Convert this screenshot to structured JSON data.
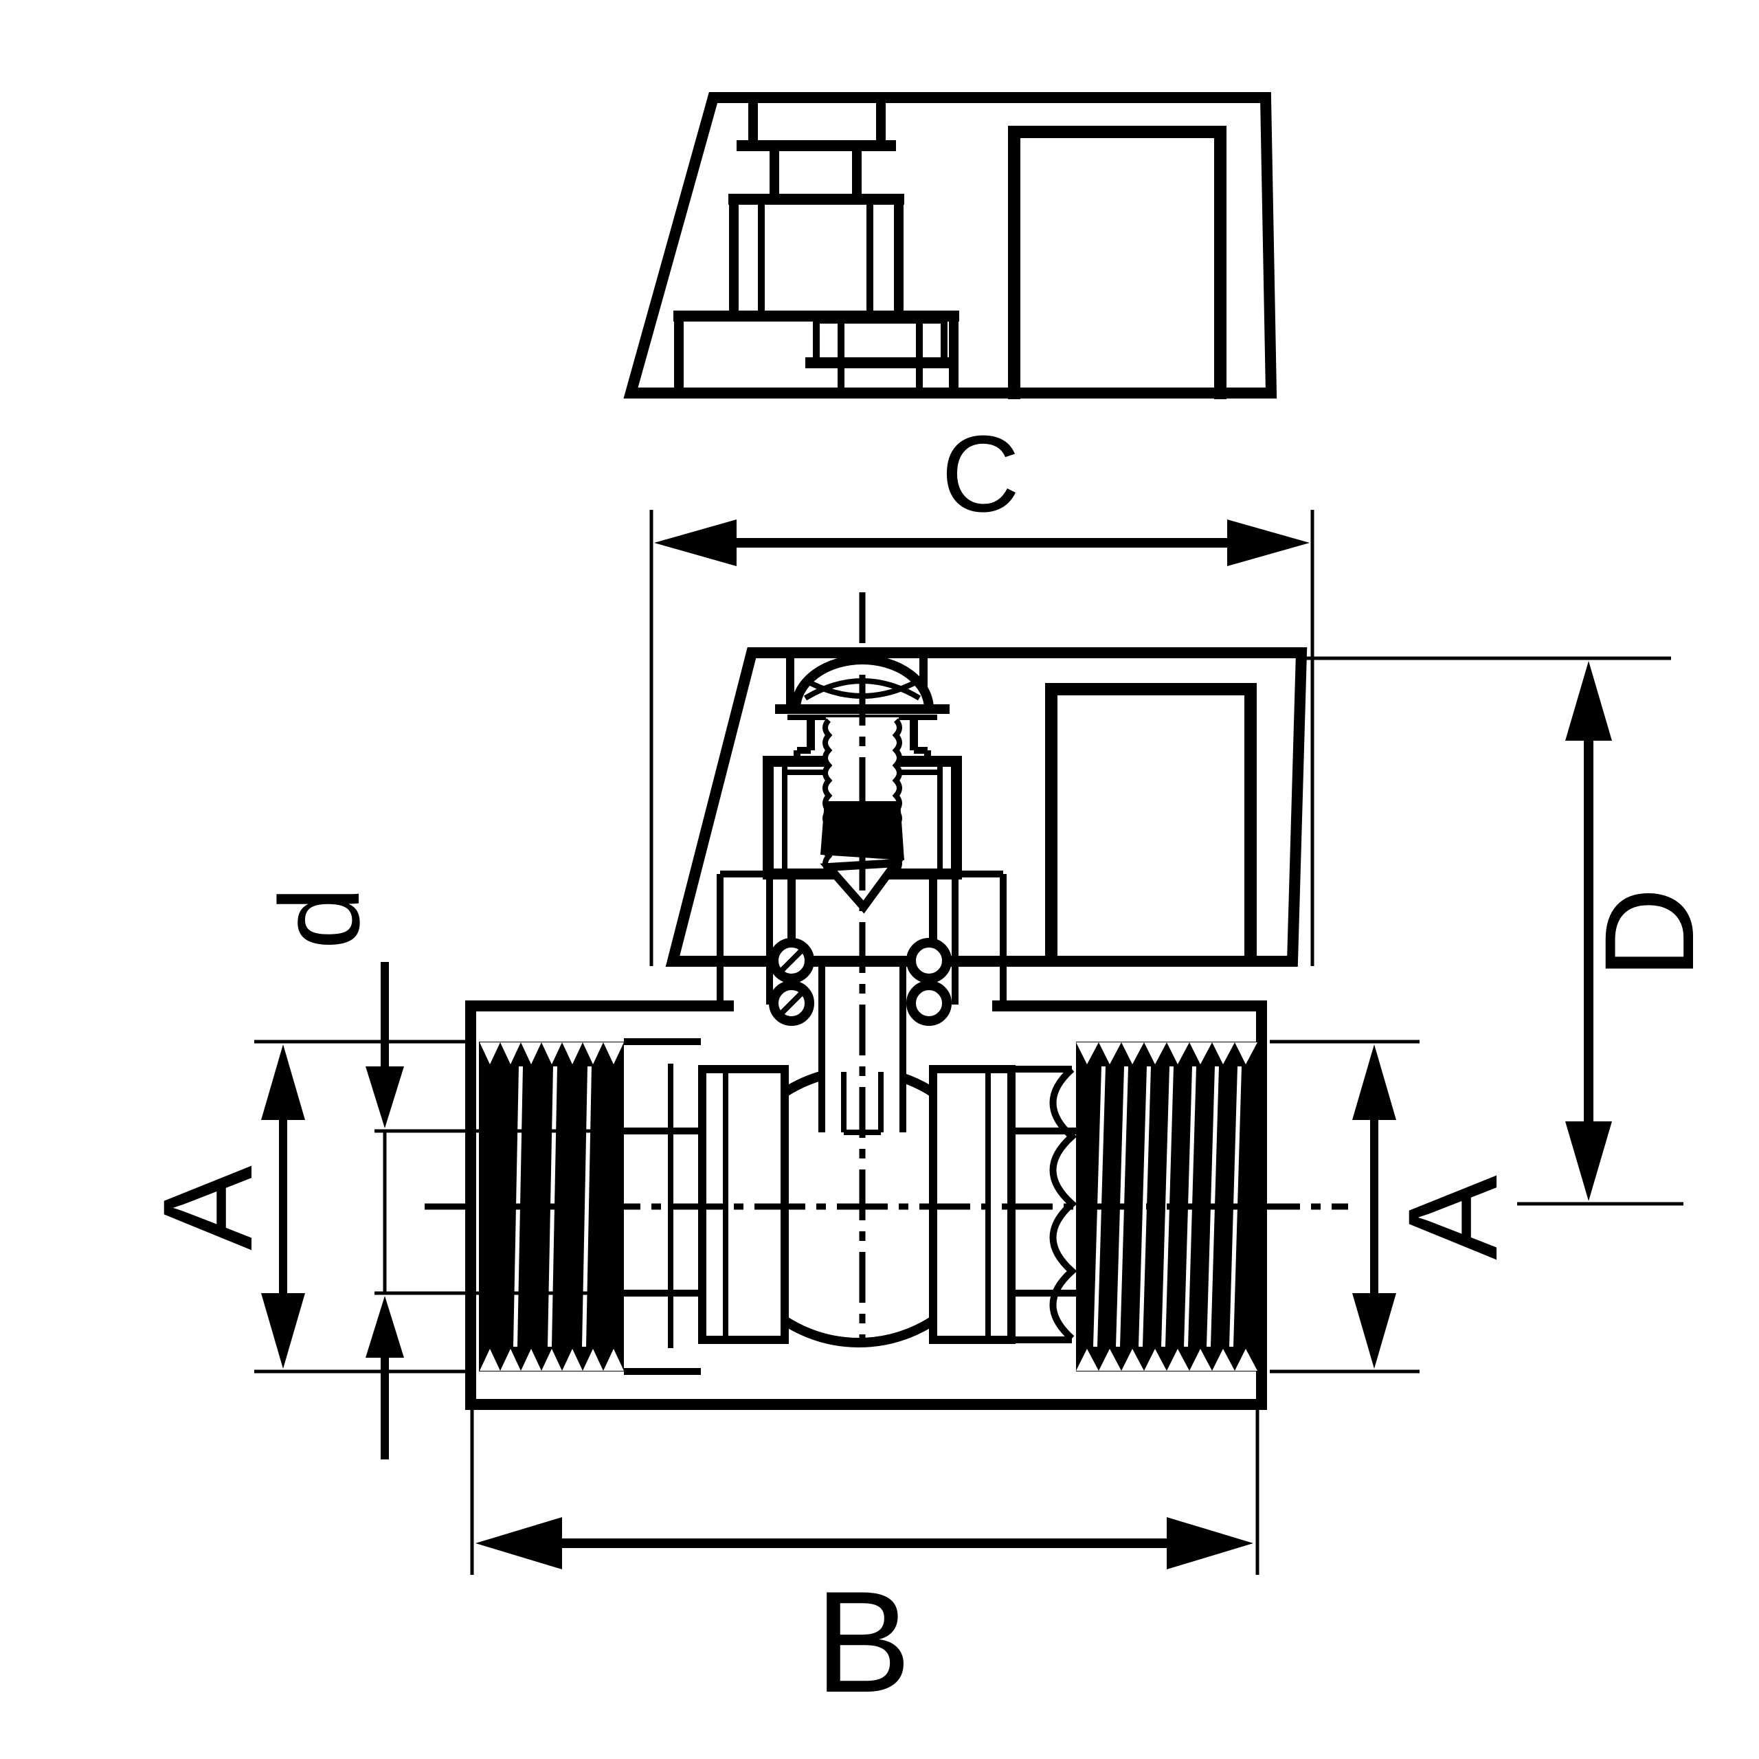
{
  "colors": {
    "line": "#000000",
    "background": "#ffffff"
  },
  "dimensions": {
    "c": "C",
    "d_upper": "D",
    "a_left": "A",
    "a_right": "A",
    "d_bore": "d",
    "b": "B"
  }
}
